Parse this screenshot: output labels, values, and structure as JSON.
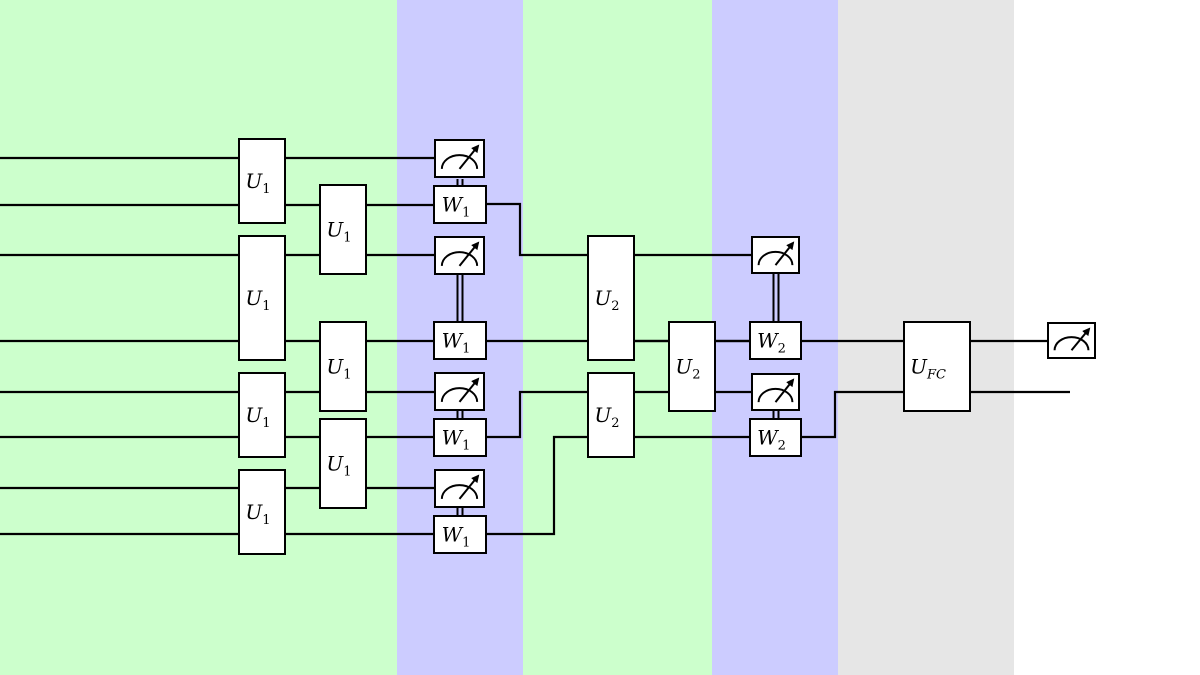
{
  "colors": {
    "layer_green": "#ccffcc",
    "layer_blue": "#ccccff",
    "layer_gray": "#e6e6e6",
    "background": "#ffffff",
    "ink": "#000000"
  },
  "gate_labels": {
    "u1_base": "U",
    "u1_sub": "1",
    "w1_base": "W",
    "w1_sub": "1",
    "u2_base": "U",
    "u2_sub": "2",
    "w2_base": "W",
    "w2_sub": "2",
    "ufc_base": "U",
    "ufc_sub": "FC"
  },
  "icons": {
    "measurement": "measurement-meter-icon"
  }
}
